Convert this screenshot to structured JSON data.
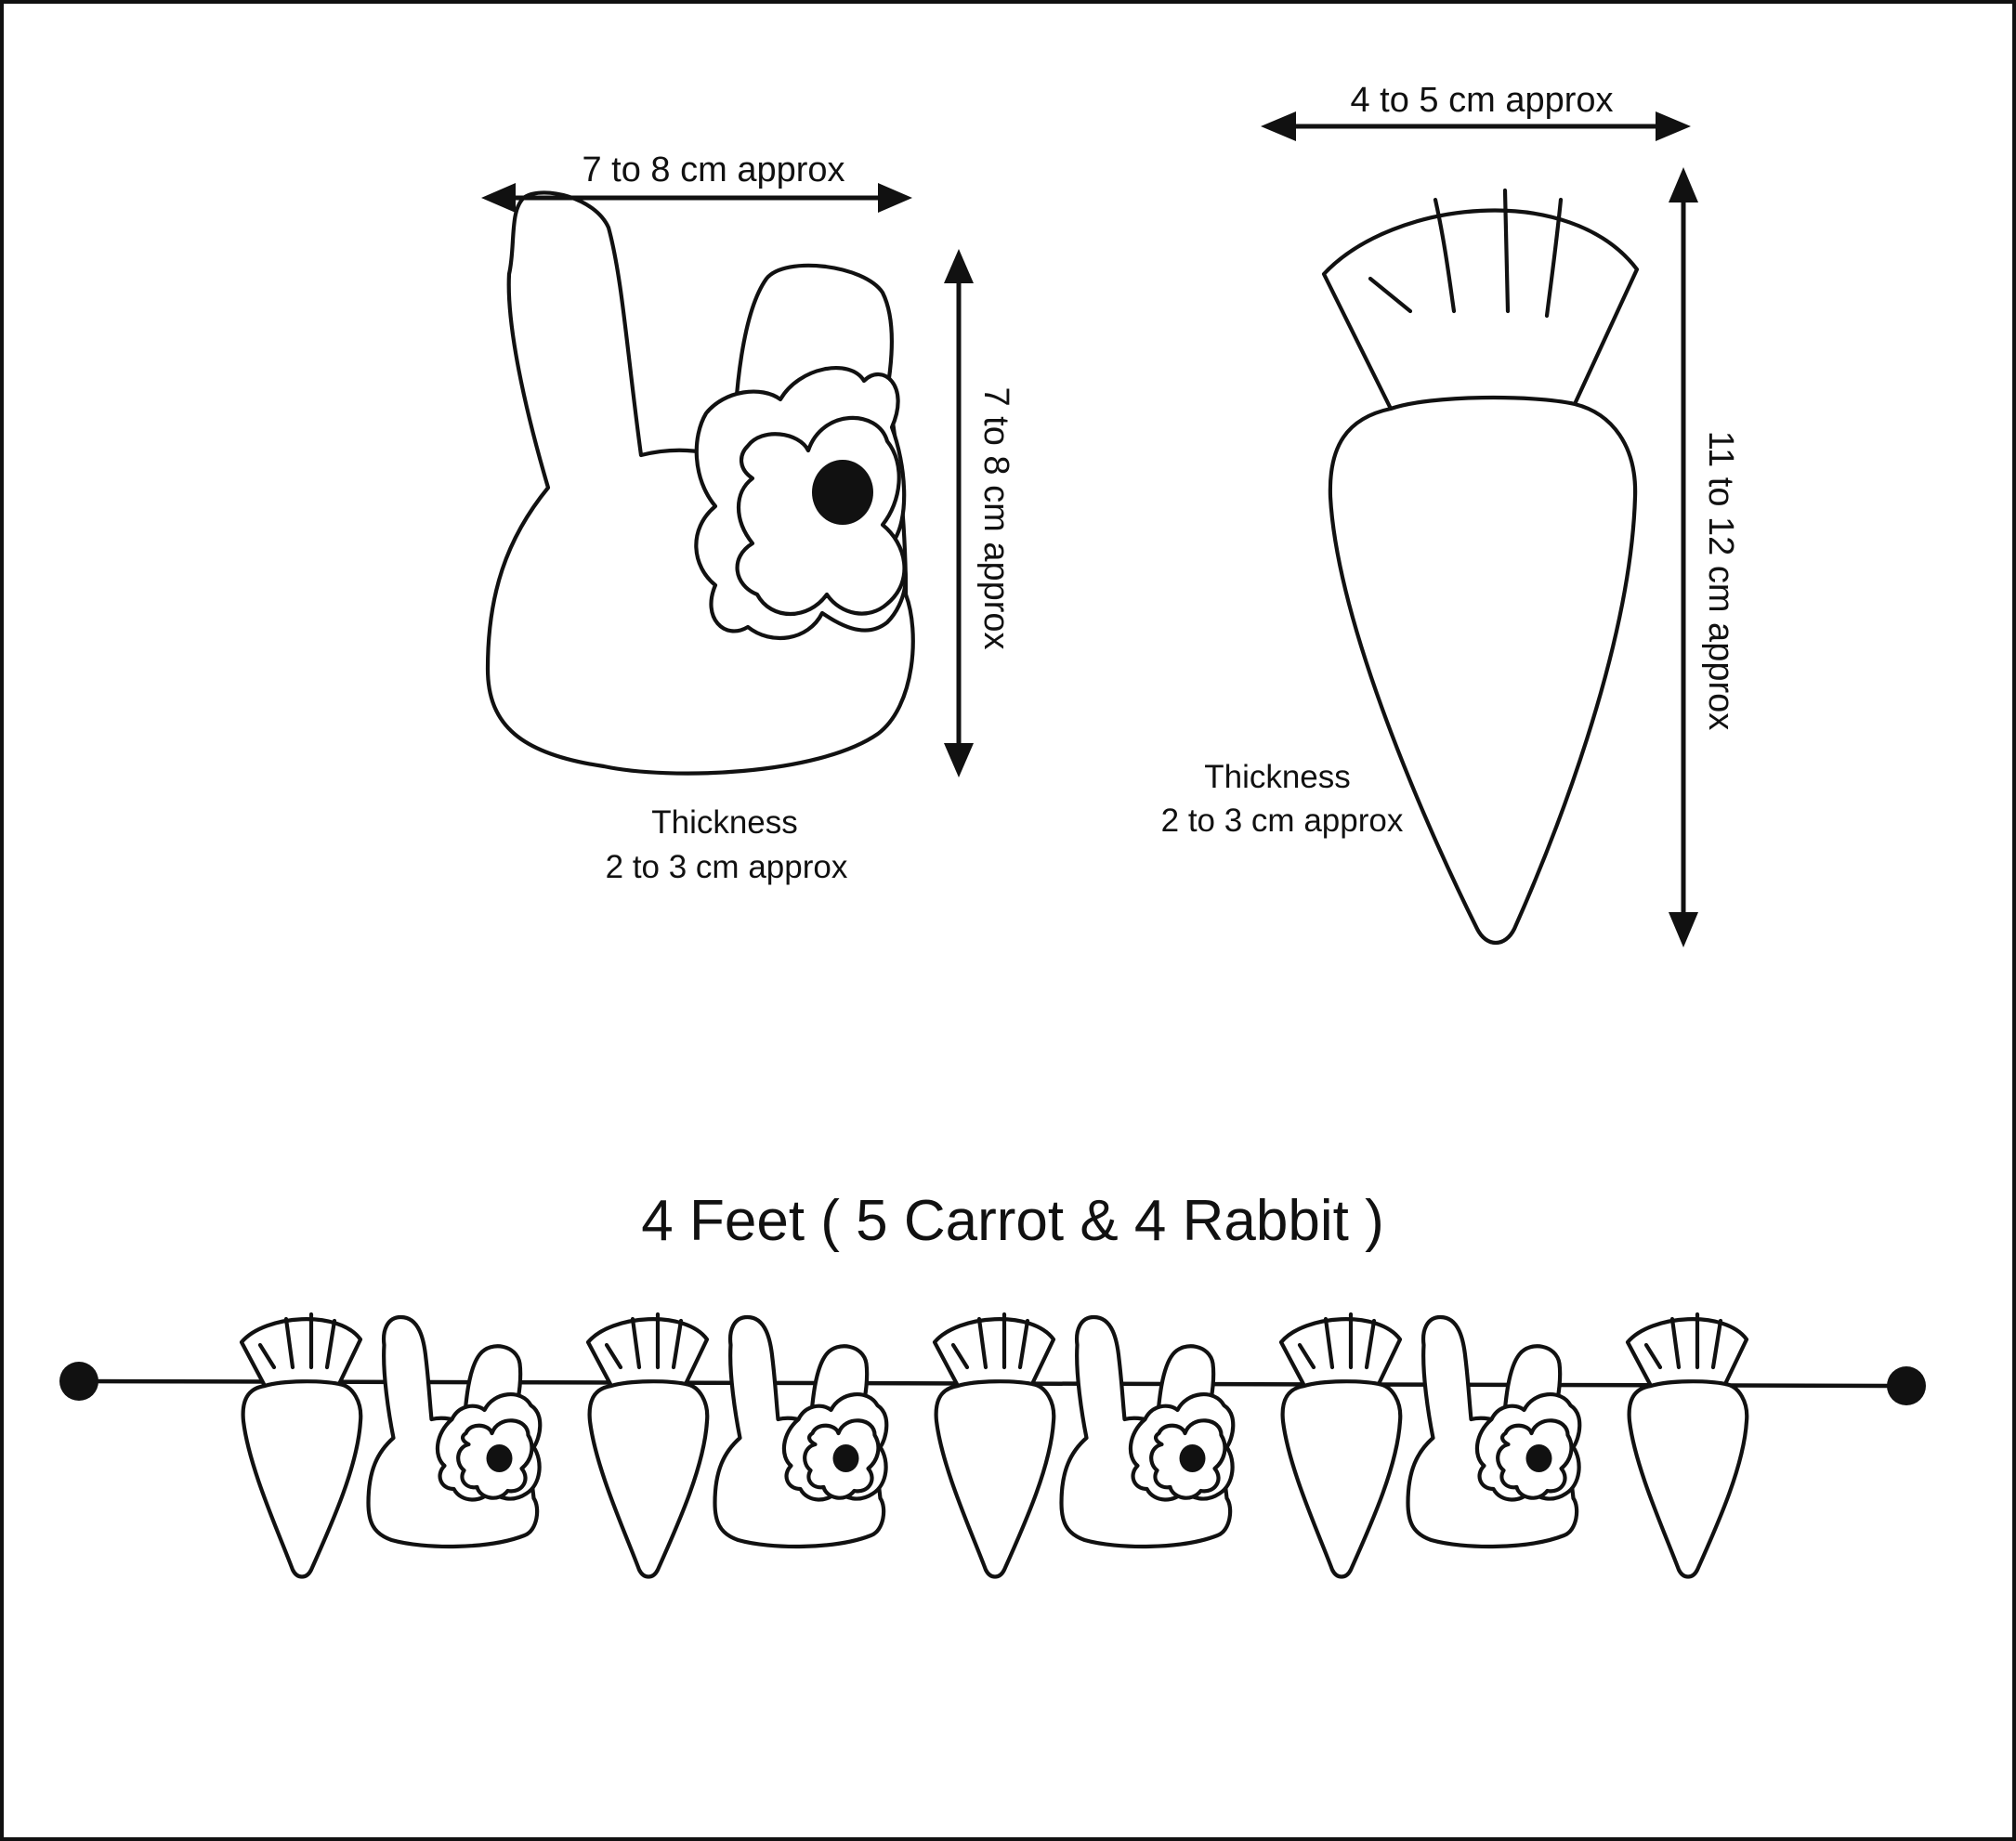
{
  "rabbit": {
    "width_label": "7 to 8 cm approx",
    "height_label": "7 to 8 cm approx",
    "thickness_title": "Thickness",
    "thickness_value": "2 to 3 cm approx"
  },
  "carrot": {
    "width_label": "4 to 5 cm approx",
    "height_label": "11 to 12 cm approx",
    "thickness_title": "Thickness",
    "thickness_value": "2 to 3 cm approx"
  },
  "garland": {
    "title": "4 Feet ( 5 Carrot & 4 Rabbit )",
    "sequence": [
      "carrot",
      "rabbit",
      "carrot",
      "rabbit",
      "carrot",
      "rabbit",
      "carrot",
      "rabbit",
      "carrot"
    ],
    "carrot_count": 5,
    "rabbit_count": 4
  },
  "colors": {
    "line": "#111111",
    "background": "#ffffff"
  }
}
